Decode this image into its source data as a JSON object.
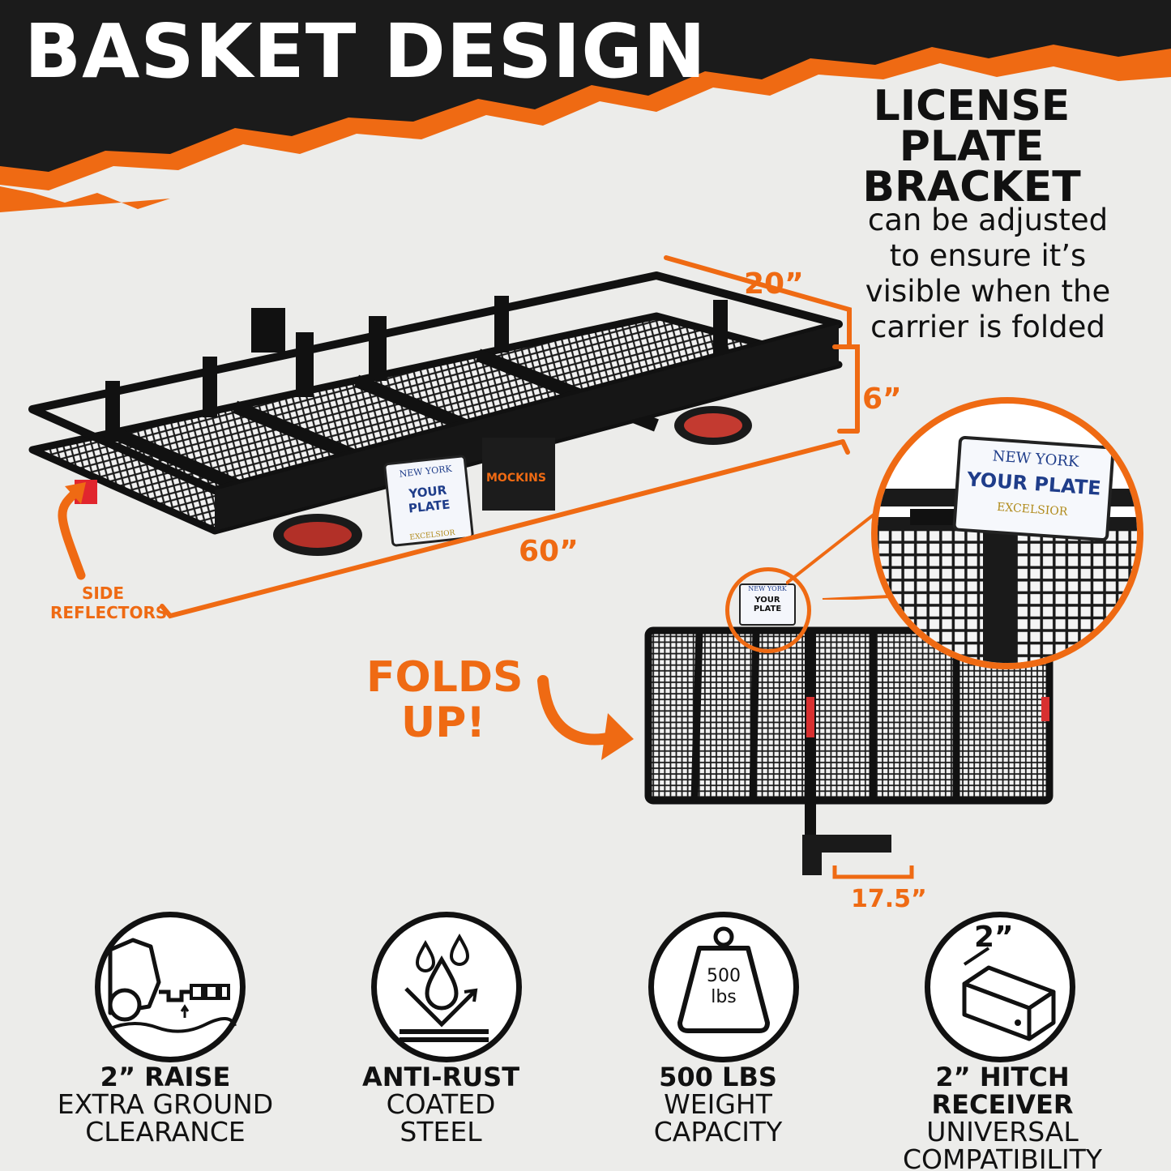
{
  "title": "BASKET DESIGN",
  "colors": {
    "accent": "#ef6a13",
    "dark": "#1a1a1a",
    "background": "#ececea"
  },
  "license_plate_note": {
    "heading_lines": [
      "LICENSE",
      "PLATE",
      "BRACKET"
    ],
    "body_lines": [
      "can be adjusted",
      "to ensure it’s",
      "visible when the",
      "carrier is folded"
    ]
  },
  "dimensions": {
    "width": "20”",
    "height": "6”",
    "length": "60”",
    "folded_depth": "17.5”"
  },
  "side_reflectors_lines": [
    "SIDE",
    "REFLECTORS"
  ],
  "folds_up_lines": [
    "FOLDS",
    "UP!"
  ],
  "plate": {
    "state": "NEW YORK",
    "text": "YOUR PLATE",
    "motto": "EXCELSIOR"
  },
  "brand_mark": "MOCKINS",
  "features": [
    {
      "icon": "raised-hitch-icon",
      "bold": "2” RAISE",
      "lines": [
        "EXTRA GROUND",
        "CLEARANCE"
      ]
    },
    {
      "icon": "water-drops-icon",
      "bold": "ANTI-RUST",
      "lines": [
        "COATED",
        "STEEL"
      ]
    },
    {
      "icon": "weight-icon",
      "bold": "500 LBS",
      "lines": [
        "WEIGHT",
        "CAPACITY"
      ],
      "icon_label_lines": [
        "500",
        "lbs"
      ]
    },
    {
      "icon": "square-tube-icon",
      "bold": "2” HITCH RECEIVER",
      "lines": [
        "UNIVERSAL",
        "COMPATIBILITY"
      ],
      "icon_label": "2”"
    }
  ]
}
